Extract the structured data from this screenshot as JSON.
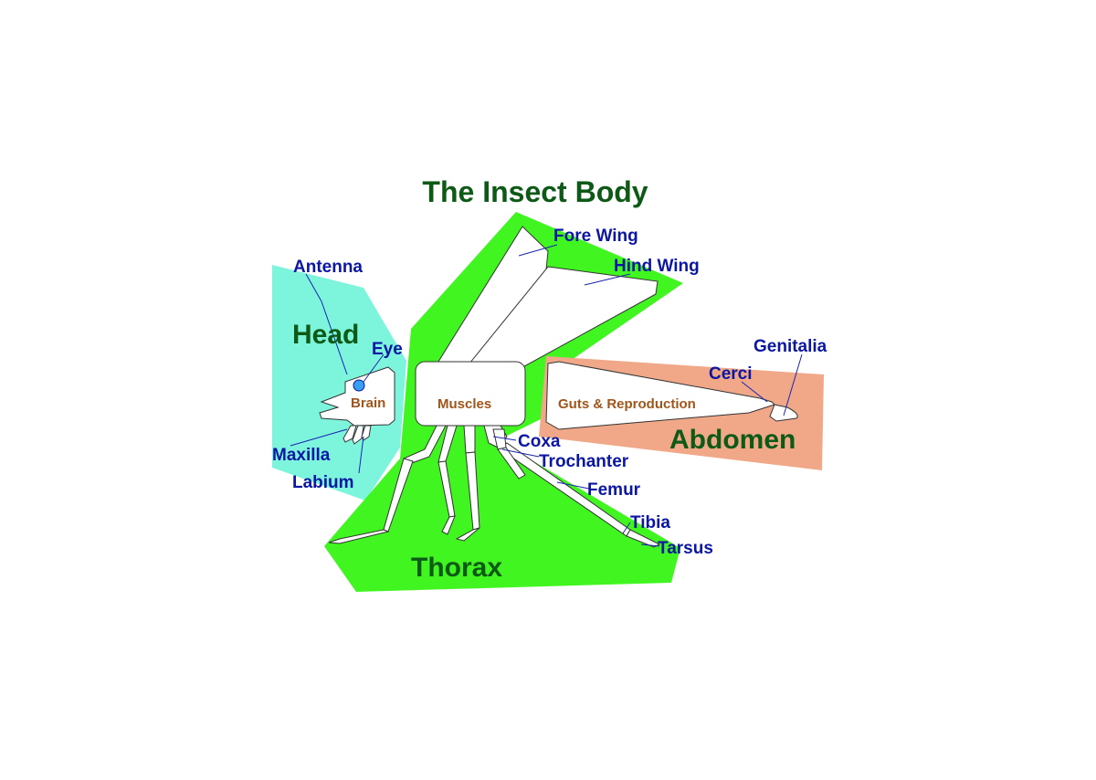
{
  "title": "The Insect Body",
  "colors": {
    "head_region": "#7df5dc",
    "thorax_region": "#40f520",
    "abdomen_region": "#f0a888",
    "part_label": "#0b16a3",
    "region_label": "#0d5a16",
    "organ_label": "#a0561a"
  },
  "regions": {
    "head": "Head",
    "thorax": "Thorax",
    "abdomen": "Abdomen"
  },
  "organs": {
    "brain": "Brain",
    "muscles": "Muscles",
    "guts": "Guts & Reproduction"
  },
  "parts": {
    "antenna": "Antenna",
    "eye": "Eye",
    "maxilla": "Maxilla",
    "labium": "Labium",
    "fore_wing": "Fore Wing",
    "hind_wing": "Hind Wing",
    "genitalia": "Genitalia",
    "cerci": "Cerci",
    "coxa": "Coxa",
    "trochanter": "Trochanter",
    "femur": "Femur",
    "tibia": "Tibia",
    "tarsus": "Tarsus"
  }
}
